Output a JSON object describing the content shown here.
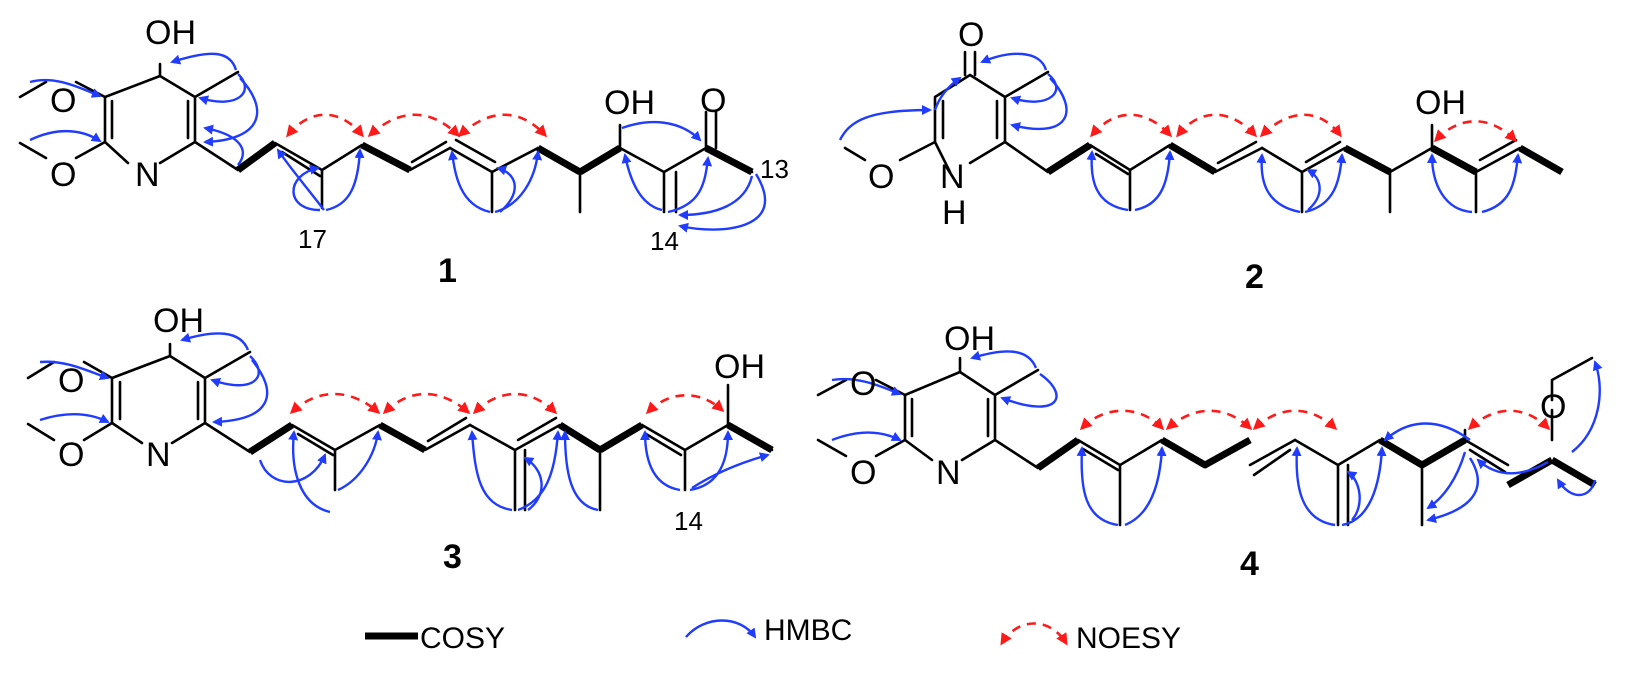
{
  "compounds": [
    {
      "label": "1",
      "atoms": {
        "top": "OH",
        "methoxy1": "O",
        "methoxy2": "O",
        "n": "N",
        "side_oh": "OH",
        "ketone": "O"
      },
      "numbers": [
        "17",
        "14",
        "13"
      ]
    },
    {
      "label": "2",
      "atoms": {
        "top": "O",
        "methoxy": "O",
        "nh": "N",
        "h": "H",
        "side_oh": "OH"
      }
    },
    {
      "label": "3",
      "atoms": {
        "top": "OH",
        "methoxy1": "O",
        "methoxy2": "O",
        "n": "N",
        "side_oh": "OH"
      },
      "numbers": [
        "14"
      ]
    },
    {
      "label": "4",
      "atoms": {
        "top": "OH",
        "methoxy1": "O",
        "methoxy2": "O",
        "n": "N",
        "side_ome": "O"
      }
    }
  ],
  "legend": {
    "cosy": "COSY",
    "hmbc": "HMBC",
    "noesy": "NOESY"
  },
  "colors": {
    "bond": "#000000",
    "hmbc": "#1f3cff",
    "noesy": "#ff1a1a",
    "background": "#ffffff"
  }
}
